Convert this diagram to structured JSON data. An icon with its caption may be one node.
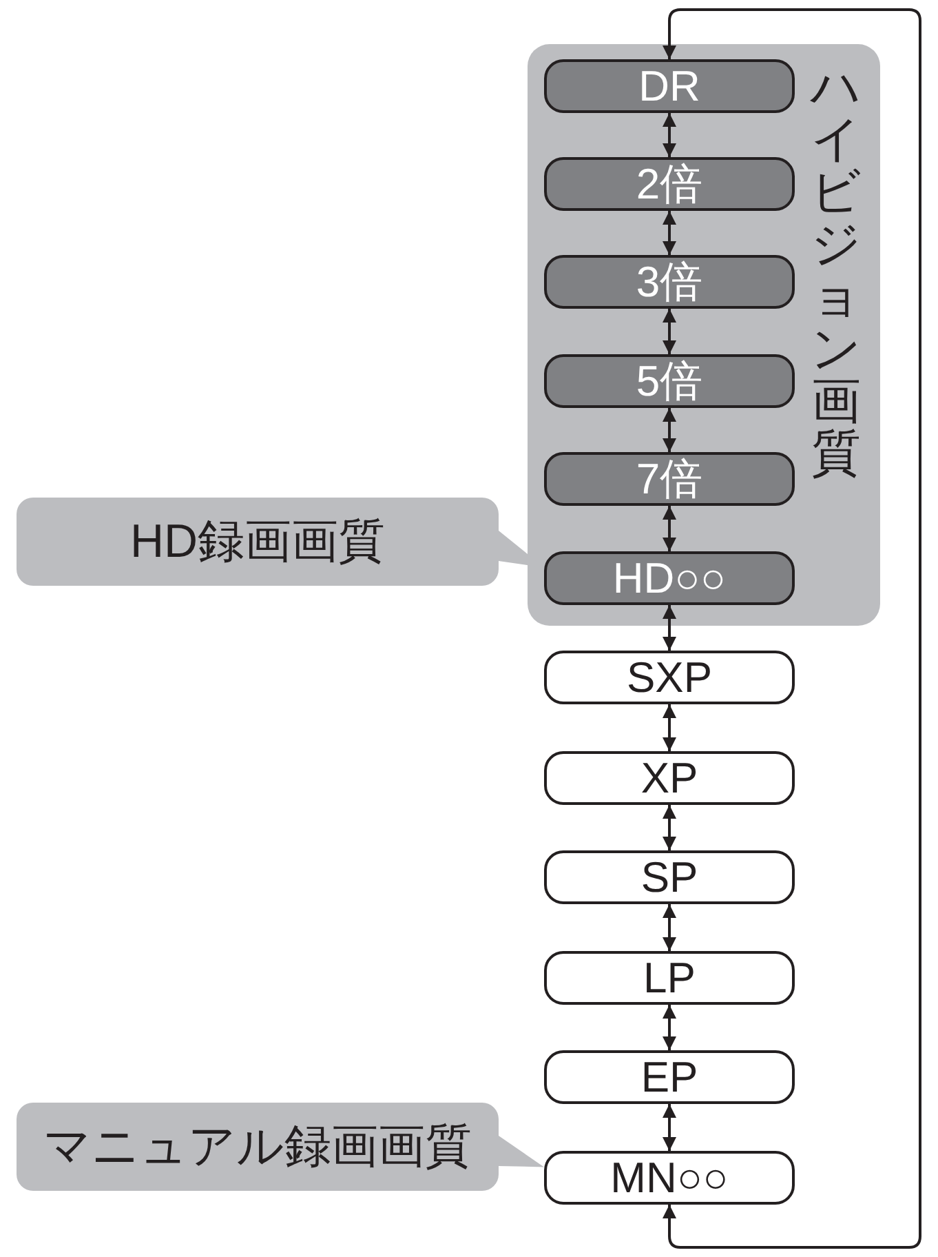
{
  "diagram": {
    "nodes": [
      {
        "text": [
          "ハイビジョン画質"
        ]
      },
      {
        "text": [
          "DR"
        ],
        "in": 0
      },
      {
        "text": [
          "2倍"
        ],
        "in": 0
      },
      {
        "text": [
          "3倍"
        ],
        "in": 0
      },
      {
        "text": [
          "5倍"
        ],
        "in": 0
      },
      {
        "text": [
          "7倍"
        ],
        "in": 0
      },
      {
        "text": [
          "HD○○"
        ],
        "in": 0
      },
      {
        "text": [
          "SXP"
        ]
      },
      {
        "text": [
          "XP"
        ]
      },
      {
        "text": [
          "SP"
        ]
      },
      {
        "text": [
          "LP"
        ]
      },
      {
        "text": [
          "EP"
        ]
      },
      {
        "text": [
          "MN○○"
        ]
      },
      {
        "text": [
          "HD録画画質"
        ]
      },
      {
        "text": [
          "マニュアル録画画質"
        ]
      }
    ],
    "edges": [
      {
        "from": 1,
        "to": 2,
        "arrow": "both"
      },
      {
        "from": 2,
        "to": 3,
        "arrow": "both"
      },
      {
        "from": 3,
        "to": 4,
        "arrow": "both"
      },
      {
        "from": 4,
        "to": 5,
        "arrow": "both"
      },
      {
        "from": 5,
        "to": 6,
        "arrow": "both"
      },
      {
        "from": 6,
        "to": 7,
        "arrow": "both"
      },
      {
        "from": 7,
        "to": 8,
        "arrow": "both"
      },
      {
        "from": 8,
        "to": 9,
        "arrow": "both"
      },
      {
        "from": 9,
        "to": 10,
        "arrow": "both"
      },
      {
        "from": 10,
        "to": 11,
        "arrow": "both"
      },
      {
        "from": 11,
        "to": 12,
        "arrow": "both"
      },
      {
        "from": 12,
        "to": 1,
        "arrow": "both"
      },
      {
        "from": 13,
        "to": 6,
        "arrow": "to"
      },
      {
        "from": 14,
        "to": 12,
        "arrow": "to"
      }
    ]
  }
}
